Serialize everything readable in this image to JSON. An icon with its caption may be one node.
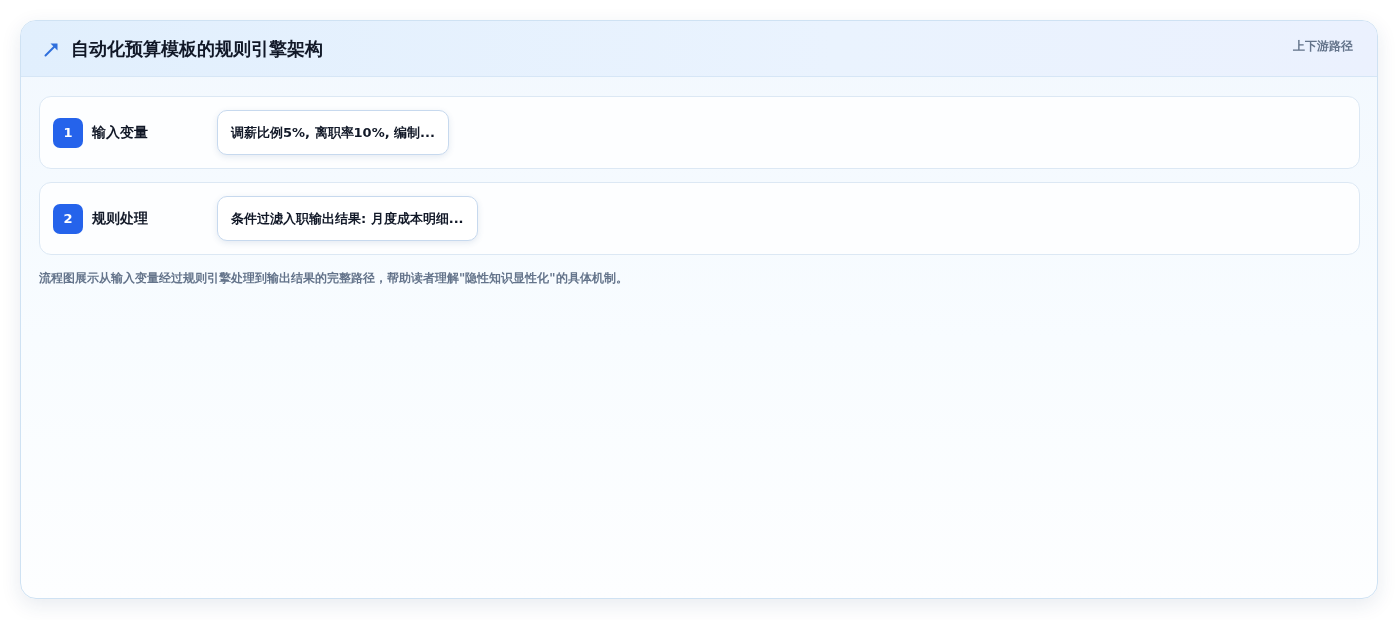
{
  "diagram": {
    "title": "自动化预算模板的规则引擎架构",
    "nodes": [
      {
        "text": [
          "输入变量"
        ]
      },
      {
        "text": [
          "1"
        ],
        "in": 0
      },
      {
        "text": [
          "调薪比例5%, 离职率10%, 编制..."
        ],
        "in": 0
      },
      {
        "text": [
          "规则处理"
        ]
      },
      {
        "text": [
          "2"
        ],
        "in": 3
      },
      {
        "text": [
          "条件过滤入职输出结果: 月度成本明细..."
        ],
        "in": 3
      }
    ],
    "labels": [
      "上下游路径"
    ],
    "caption": "流程图展示从输入变量经过规则引擎处理到输出结果的完整路径，帮助读者理解\"隐性知识显性化\"的具体机制。"
  }
}
